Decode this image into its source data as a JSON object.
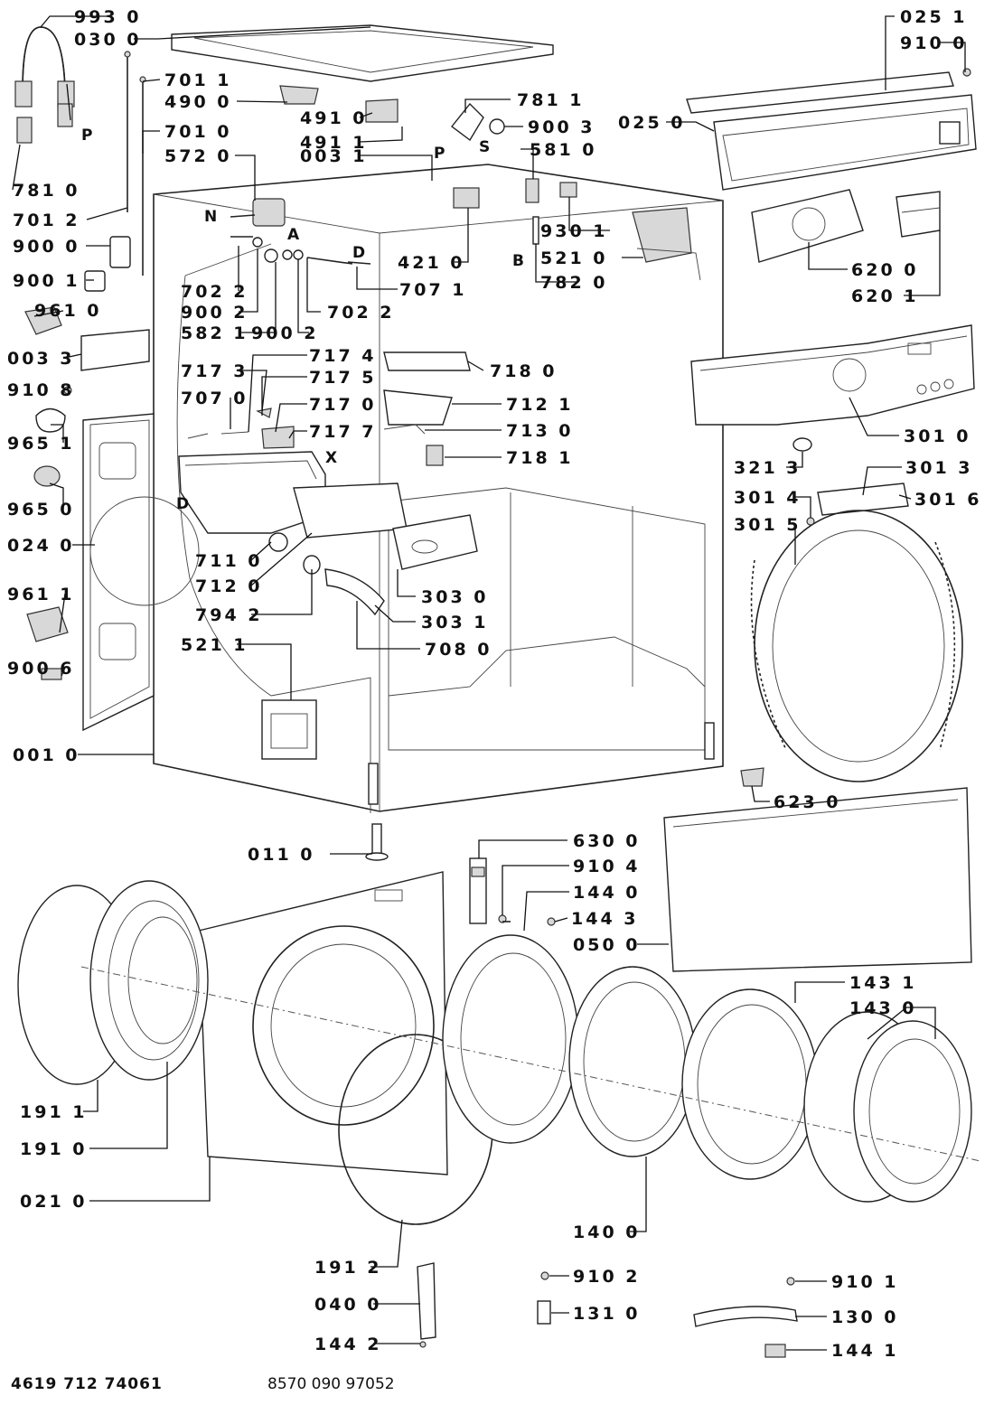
{
  "labels": {
    "p993_0": "993 0",
    "p030_0": "030 0",
    "p701_1": "701 1",
    "p490_0": "490 0",
    "p701_0": "701 0",
    "p572_0": "572 0",
    "p781_0": "781 0",
    "p701_2": "701 2",
    "p900_0": "900 0",
    "p900_1": "900 1",
    "p961_0": "961 0",
    "p003_3": "003 3",
    "p910_8": "910 8",
    "p965_1": "965 1",
    "p965_0": "965 0",
    "p024_0": "024 0",
    "p961_1": "961 1",
    "p900_6": "900 6",
    "p001_0": "001 0",
    "p491_0": "491 0",
    "p491_1": "491 1",
    "p003_1": "003 1",
    "p781_1": "781 1",
    "p900_3": "900 3",
    "p581_0": "581 0",
    "p421_0": "421 0",
    "p930_1": "930 1",
    "p521_0": "521 0",
    "p782_0": "782 0",
    "p702_2a": "702 2",
    "p900_2a": "900 2",
    "p582_1": "582 1",
    "p702_2b": "702 2",
    "p900_2b": "900 2",
    "p707_1": "707 1",
    "p717_3": "717 3",
    "p717_4": "717 4",
    "p717_5": "717 5",
    "p707_0": "707 0",
    "p717_0": "717 0",
    "p717_7": "717 7",
    "p718_0": "718 0",
    "p712_1": "712 1",
    "p713_0": "713 0",
    "p718_1": "718 1",
    "p711_0": "711 0",
    "p712_0": "712 0",
    "p794_2": "794 2",
    "p303_0": "303 0",
    "p303_1": "303 1",
    "p708_0": "708 0",
    "p521_1": "521 1",
    "p025_1": "025 1",
    "p910_0": "910 0",
    "p025_0": "025 0",
    "p620_0": "620 0",
    "p620_1": "620 1",
    "p301_0": "301 0",
    "p321_3": "321 3",
    "p301_3": "301 3",
    "p301_4": "301 4",
    "p301_6": "301 6",
    "p301_5": "301 5",
    "p623_0": "623 0",
    "p011_0": "011 0",
    "p630_0": "630 0",
    "p910_4": "910 4",
    "p144_0": "144 0",
    "p144_3": "144 3",
    "p050_0": "050 0",
    "p143_1": "143 1",
    "p143_0": "143 0",
    "p191_1": "191 1",
    "p191_0": "191 0",
    "p021_0": "021 0",
    "p140_0": "140 0",
    "p191_2": "191 2",
    "p910_2": "910 2",
    "p910_1": "910 1",
    "p040_0": "040 0",
    "p131_0": "131 0",
    "p130_0": "130 0",
    "p144_2": "144 2",
    "p144_1": "144 1"
  },
  "letters": {
    "P1": "P",
    "P2": "P",
    "S": "S",
    "N": "N",
    "A": "A",
    "D1": "D",
    "D2": "D",
    "B": "B",
    "X": "X"
  },
  "footer": {
    "left": "4619 712 74061",
    "right": "8570 090 97052"
  }
}
